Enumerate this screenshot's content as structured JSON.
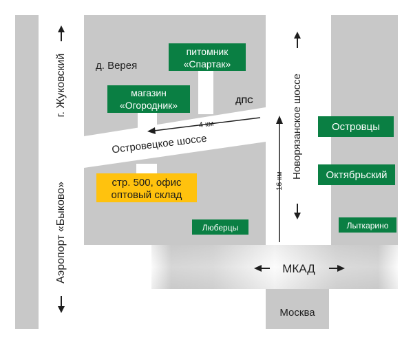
{
  "colors": {
    "block": "#c8c8c8",
    "road": "#ffffff",
    "sign_green": "#0a7f43",
    "store_yellow": "#ffc20e",
    "text": "#1e1e1e"
  },
  "labels": {
    "zhukovsky": "г. Жуковский",
    "airport": "Аэропорт «Быково»",
    "vereya": "д. Верея",
    "dps": "ДПС",
    "distance_4km": "4 км",
    "ostrovetskoe": "Островецкое шоссе",
    "novoryazanskoe": "Новорязанское шоссе",
    "distance_16km": "16 км",
    "mkad": "МКАД",
    "moskva": "Москва"
  },
  "signs": {
    "pitomnik_line1": "питомник",
    "pitomnik_line2": "«Спартак»",
    "magazin_line1": "магазин",
    "magazin_line2": "«Огородник»",
    "ostrovtsy": "Островцы",
    "oktyabrsky": "Октябрьский",
    "lyubertsy": "Люберцы",
    "lytkarino": "Лыткарино"
  },
  "store": {
    "line1": "стр. 500, офис",
    "line2": "оптовый склад"
  },
  "icons": {
    "arrow_up": "arrow-up-icon",
    "arrow_down": "arrow-down-icon",
    "arrow_left": "arrow-left-icon",
    "arrow_right": "arrow-right-icon"
  }
}
